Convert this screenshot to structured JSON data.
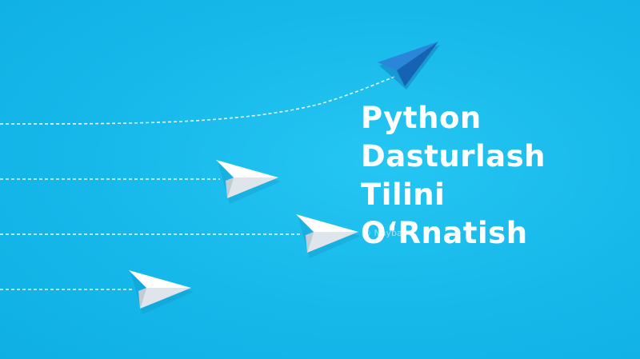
{
  "colors": {
    "background": "#16b8ea",
    "lead_plane": "#1a73c9",
    "paper_plane": "#f4f6f8",
    "title_text": "#ffffff"
  },
  "headline": {
    "lines": [
      "Python",
      "Dasturlash",
      "Tilini",
      "O‘Rnatish"
    ]
  },
  "watermark": {
    "text": "© Nayba"
  },
  "icons": {
    "lead": "blue-paper-plane-icon",
    "follower": "white-paper-plane-icon"
  }
}
